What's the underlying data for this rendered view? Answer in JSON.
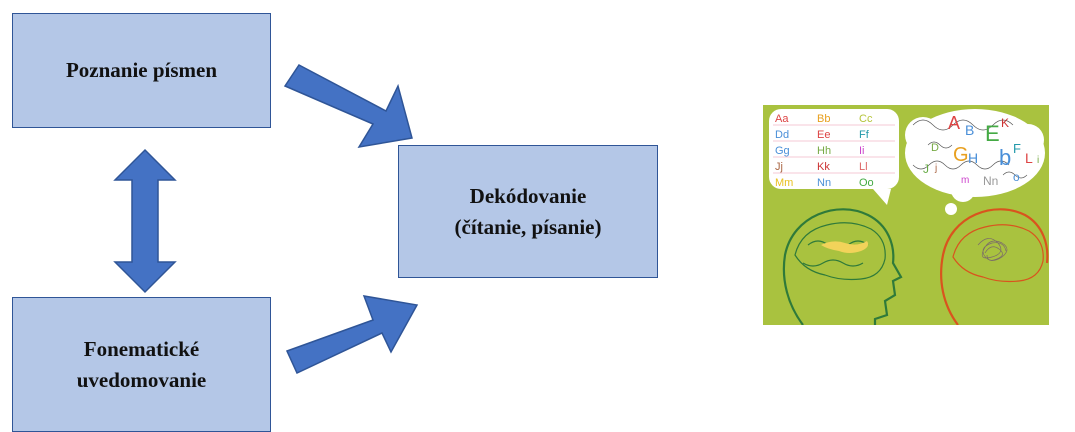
{
  "boxes": {
    "letter_knowledge": "Poznanie písmen",
    "phonemic_awareness_line1": "Fonematické",
    "phonemic_awareness_line2": "uvedomovanie",
    "decoding_line1": "Dekódovanie",
    "decoding_line2": "(čítanie, písanie)"
  },
  "colors": {
    "box_fill": "#b4c7e7",
    "box_border": "#2f5597",
    "arrow_fill": "#4472c4",
    "arrow_stroke": "#2f5597",
    "illustration_bg": "#a9c23f"
  },
  "illustration": {
    "left_bubble_letters": [
      "Aa",
      "Bb",
      "Cc",
      "Dd",
      "Ee",
      "Ff",
      "Gg",
      "Hh",
      "Ii",
      "Jj",
      "Kk",
      "Ll",
      "Mm",
      "Nn",
      "Oo"
    ],
    "right_bubble_letters": [
      "A",
      "B",
      "E",
      "K",
      "D",
      "G",
      "H",
      "F",
      "b",
      "L",
      "i",
      "J",
      "j",
      "m",
      "Nn",
      "o"
    ]
  }
}
